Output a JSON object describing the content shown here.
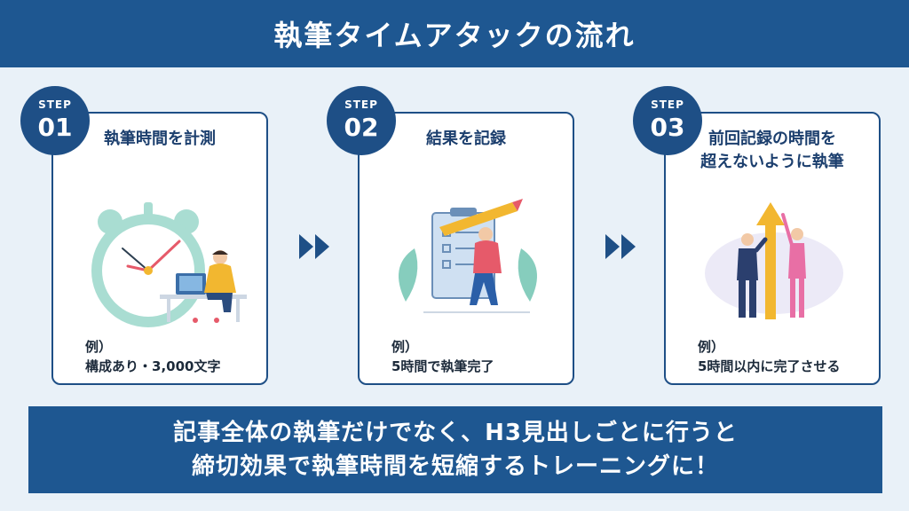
{
  "header": {
    "title": "執筆タイムアタックの流れ"
  },
  "steps": [
    {
      "step_label": "STEP",
      "number": "01",
      "title": "執筆時間を計測",
      "example_label": "例）",
      "example_text": "構成あり・3,000文字",
      "illustration": "clock-desk-illustration"
    },
    {
      "step_label": "STEP",
      "number": "02",
      "title": "結果を記録",
      "example_label": "例）",
      "example_text": "5時間で執筆完了",
      "illustration": "checklist-pencil-illustration"
    },
    {
      "step_label": "STEP",
      "number": "03",
      "title": "前回記録の時間を\n超えないように執筆",
      "example_label": "例）",
      "example_text": "5時間以内に完了させる",
      "illustration": "growth-arrow-illustration"
    }
  ],
  "arrow_icon": "double-chevron-right-icon",
  "banner": {
    "line1": "記事全体の執筆だけでなく、H3見出しごとに行うと",
    "line2": "締切効果で執筆時間を短縮するトレーニングに！"
  },
  "colors": {
    "primary": "#1e5791",
    "background": "#e9f1f8",
    "card": "#ffffff"
  }
}
